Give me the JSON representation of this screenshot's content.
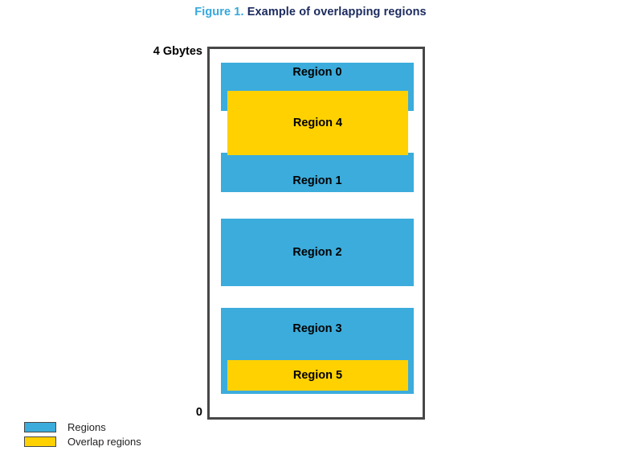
{
  "figure": {
    "number": "Figure 1.",
    "caption": "Example of overlapping regions",
    "number_color": "#35A8DE",
    "caption_color": "#1B2A5E"
  },
  "axis": {
    "top_label": "4 Gbytes",
    "bottom_label": "0"
  },
  "colors": {
    "region": "#3BACDC",
    "overlap_region": "#FFD100",
    "frame": "#474747"
  },
  "diagram": {
    "type": "memory-map",
    "blocks": [
      {
        "id": "region-0",
        "label": "Region 0",
        "kind": "region"
      },
      {
        "id": "region-4",
        "label": "Region 4",
        "kind": "overlap"
      },
      {
        "id": "region-1",
        "label": "Region 1",
        "kind": "region"
      },
      {
        "id": "region-2",
        "label": "Region 2",
        "kind": "region"
      },
      {
        "id": "region-3",
        "label": "Region 3",
        "kind": "region"
      },
      {
        "id": "region-5",
        "label": "Region 5",
        "kind": "overlap"
      }
    ]
  },
  "legend": {
    "items": [
      {
        "label": "Regions",
        "kind": "region"
      },
      {
        "label": "Overlap regions",
        "kind": "overlap"
      }
    ]
  }
}
